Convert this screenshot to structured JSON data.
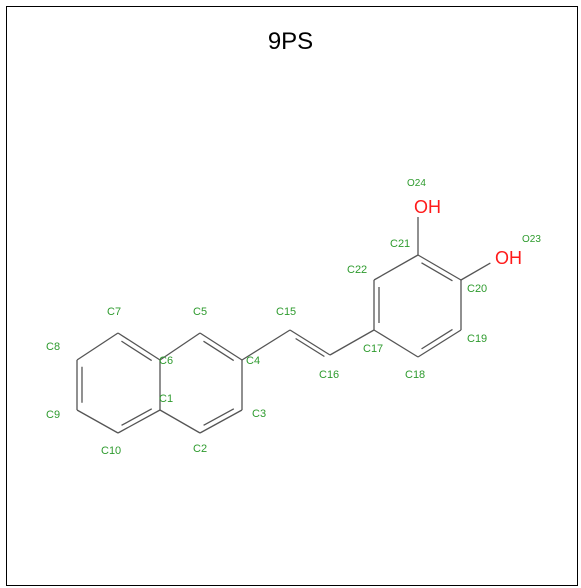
{
  "title": "9PS",
  "colors": {
    "bond": "#555555",
    "carbon_label": "#2e9b2e",
    "oxygen_label": "#ff1a1a",
    "frame": "#000000"
  },
  "atoms": [
    {
      "id": "C1",
      "label": "C1"
    },
    {
      "id": "C2",
      "label": "C2"
    },
    {
      "id": "C3",
      "label": "C3"
    },
    {
      "id": "C4",
      "label": "C4"
    },
    {
      "id": "C5",
      "label": "C5"
    },
    {
      "id": "C6",
      "label": "C6"
    },
    {
      "id": "C7",
      "label": "C7"
    },
    {
      "id": "C8",
      "label": "C8"
    },
    {
      "id": "C9",
      "label": "C9"
    },
    {
      "id": "C10",
      "label": "C10"
    },
    {
      "id": "C15",
      "label": "C15"
    },
    {
      "id": "C16",
      "label": "C16"
    },
    {
      "id": "C17",
      "label": "C17"
    },
    {
      "id": "C18",
      "label": "C18"
    },
    {
      "id": "C19",
      "label": "C19"
    },
    {
      "id": "C20",
      "label": "C20"
    },
    {
      "id": "C21",
      "label": "C21"
    },
    {
      "id": "C22",
      "label": "C22"
    },
    {
      "id": "O23",
      "label": "O23",
      "symbol": "OH"
    },
    {
      "id": "O24",
      "label": "O24",
      "symbol": "OH"
    }
  ]
}
